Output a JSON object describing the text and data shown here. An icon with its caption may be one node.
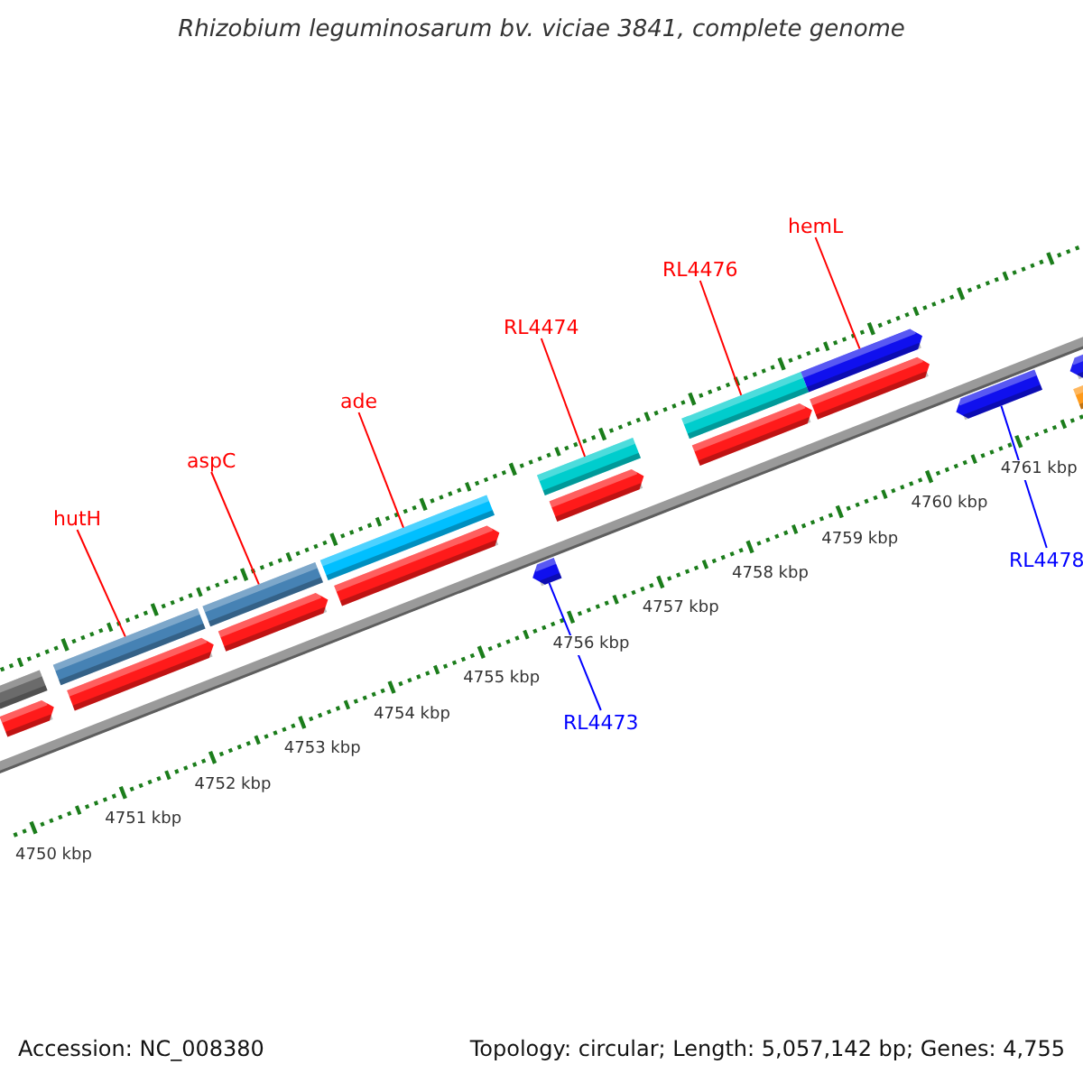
{
  "diagram": {
    "title": "Rhizobium leguminosarum bv. viciae 3841, complete genome",
    "nodes": [
      {
        "text": [
          "hutH"
        ]
      },
      {
        "text": [
          "aspC"
        ]
      },
      {
        "text": [
          "ade"
        ]
      },
      {
        "text": [
          "RL4474"
        ]
      },
      {
        "text": [
          "RL4476"
        ]
      },
      {
        "text": [
          "hemL"
        ]
      },
      {
        "text": [],
        "shape": "bar"
      },
      {
        "text": [],
        "shape": "bar"
      },
      {
        "text": [],
        "shape": "bar"
      },
      {
        "text": [],
        "shape": "bar"
      },
      {
        "text": [],
        "shape": "bar"
      },
      {
        "text": [],
        "shape": "bar"
      },
      {
        "text": [
          "RL4473"
        ]
      },
      {
        "text": [],
        "shape": "bar"
      },
      {
        "text": [
          "RL4478"
        ]
      },
      {
        "text": [],
        "shape": "bar"
      },
      {
        "text": [],
        "shape": "bar"
      },
      {
        "text": [],
        "shape": "bar"
      },
      {
        "text": [],
        "shape": "bar"
      },
      {
        "text": [],
        "shape": "bar"
      },
      {
        "text": [],
        "shape": "bar"
      },
      {
        "text": [],
        "shape": "bar"
      },
      {
        "text": [],
        "shape": "bar"
      },
      {
        "text": [],
        "shape": "bar"
      },
      {
        "text": [],
        "shape": "bar"
      },
      {
        "text": [],
        "shape": "bar"
      }
    ],
    "edges": [
      {
        "from": 0,
        "to": 6,
        "arrow": "none"
      },
      {
        "from": 1,
        "to": 7,
        "arrow": "none"
      },
      {
        "from": 2,
        "to": 8,
        "arrow": "none"
      },
      {
        "from": 3,
        "to": 9,
        "arrow": "none"
      },
      {
        "from": 4,
        "to": 10,
        "arrow": "none"
      },
      {
        "from": 5,
        "to": 11,
        "arrow": "none"
      },
      {
        "from": 12,
        "to": 13,
        "arrow": "none",
        "color": "#0000ff"
      },
      {
        "from": 14,
        "to": 15,
        "arrow": "none",
        "color": "#0000ff"
      }
    ],
    "labels": [
      "4750 kbp",
      "4751 kbp",
      "4752 kbp",
      "4753 kbp",
      "4754 kbp",
      "4755 kbp",
      "4756 kbp",
      "4757 kbp",
      "4758 kbp",
      "4759 kbp",
      "4760 kbp",
      "4761 kbp",
      "Accession: NC_008380",
      "Topology: circular; Length: 5,057,142 bp; Genes: 4,755"
    ]
  }
}
